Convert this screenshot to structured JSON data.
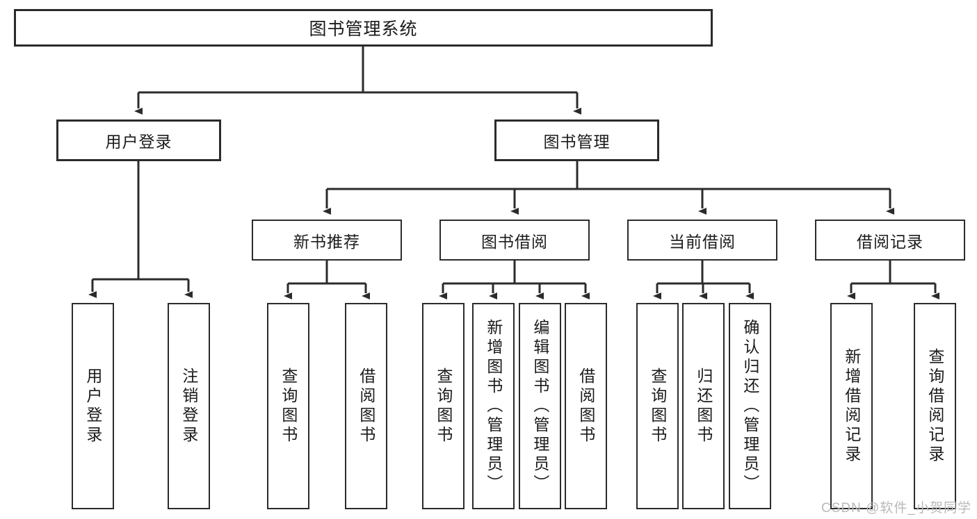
{
  "diagram": {
    "title": "图书管理系统",
    "watermark": "CSDN @软件_小贺同学",
    "style": {
      "line_color": "#2b2b2b",
      "box_fill": "#ffffff",
      "text_color": "#1b1b1b",
      "watermark_color": "#b9b9b9",
      "background": "#ffffff"
    },
    "nodes": {
      "root": {
        "label": "图书管理系统"
      },
      "level2": [
        {
          "label": "用户登录"
        },
        {
          "label": "图书管理"
        }
      ],
      "level3": [
        {
          "label": "新书推荐"
        },
        {
          "label": "图书借阅"
        },
        {
          "label": "当前借阅"
        },
        {
          "label": "借阅记录"
        }
      ],
      "leaves": {
        "user_login": [
          {
            "label": "用户登录"
          },
          {
            "label": "注销登录"
          }
        ],
        "new_book_recommend": [
          {
            "label": "查询图书"
          },
          {
            "label": "借阅图书"
          }
        ],
        "book_borrow": [
          {
            "label": "查询图书"
          },
          {
            "label": "新增图书（管理员）"
          },
          {
            "label": "编辑图书（管理员）"
          },
          {
            "label": "借阅图书"
          }
        ],
        "current_borrow": [
          {
            "label": "查询图书"
          },
          {
            "label": "归还图书"
          },
          {
            "label": "确认归还（管理员）"
          }
        ],
        "borrow_record": [
          {
            "label": "新增借阅记录"
          },
          {
            "label": "查询借阅记录"
          }
        ]
      }
    }
  }
}
